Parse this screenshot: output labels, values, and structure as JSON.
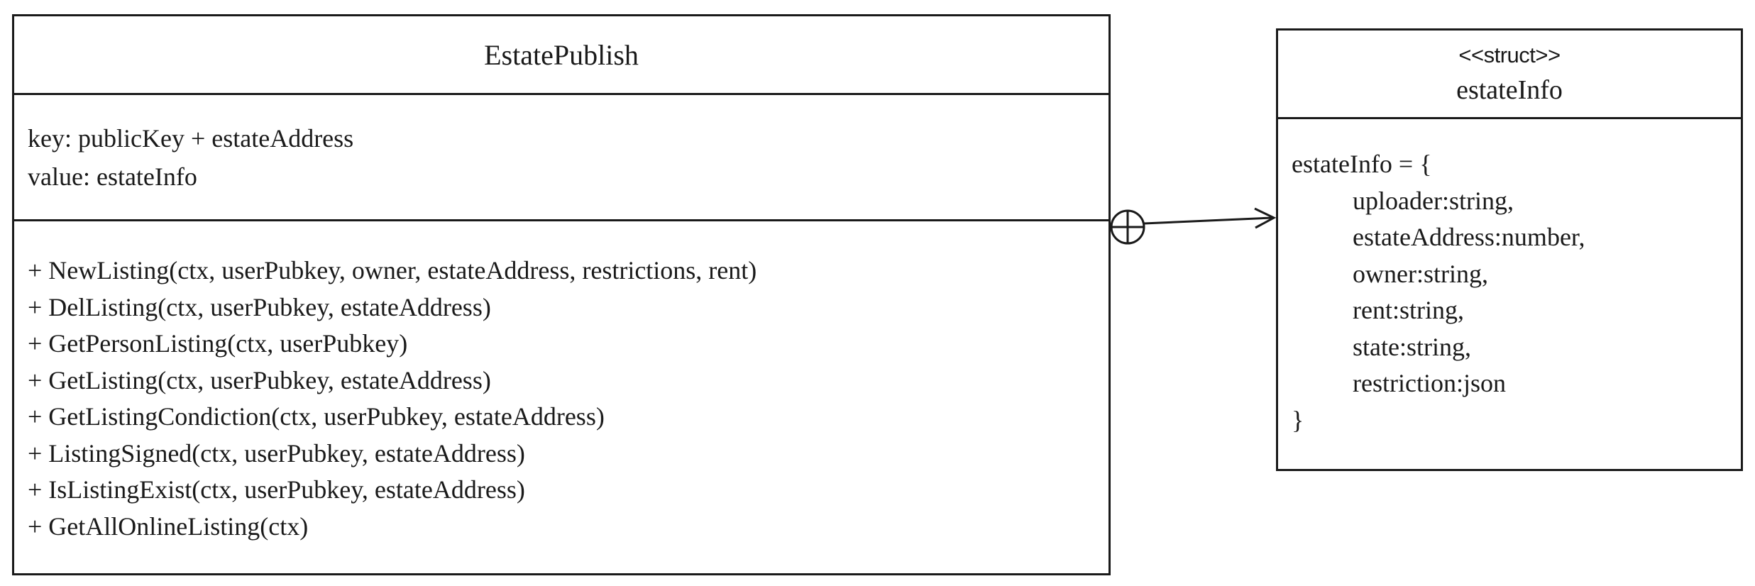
{
  "estate_publish": {
    "name": "EstatePublish",
    "attributes": [
      "key: publicKey + estateAddress",
      "value: estateInfo"
    ],
    "operations": [
      "+ NewListing(ctx, userPubkey, owner, estateAddress, restrictions, rent)",
      "+ DelListing(ctx, userPubkey, estateAddress)",
      "+ GetPersonListing(ctx, userPubkey)",
      "+ GetListing(ctx, userPubkey, estateAddress)",
      "+ GetListingCondiction(ctx, userPubkey, estateAddress)",
      "+ ListingSigned(ctx, userPubkey, estateAddress)",
      "+ IsListingExist(ctx, userPubkey, estateAddress)",
      "+ GetAllOnlineListing(ctx)"
    ]
  },
  "estate_info": {
    "stereotype": "<<struct>>",
    "name": "estateInfo",
    "body_open": "estateInfo = {",
    "fields": [
      "uploader:string,",
      "estateAddress:number,",
      "owner:string,",
      "rent:string,",
      "state:string,",
      "restriction:json"
    ],
    "body_close": "}"
  },
  "connector": {
    "type": "nesting-association",
    "from": "EstatePublish",
    "to": "estateInfo",
    "stroke_color": "#1a1a1a"
  }
}
